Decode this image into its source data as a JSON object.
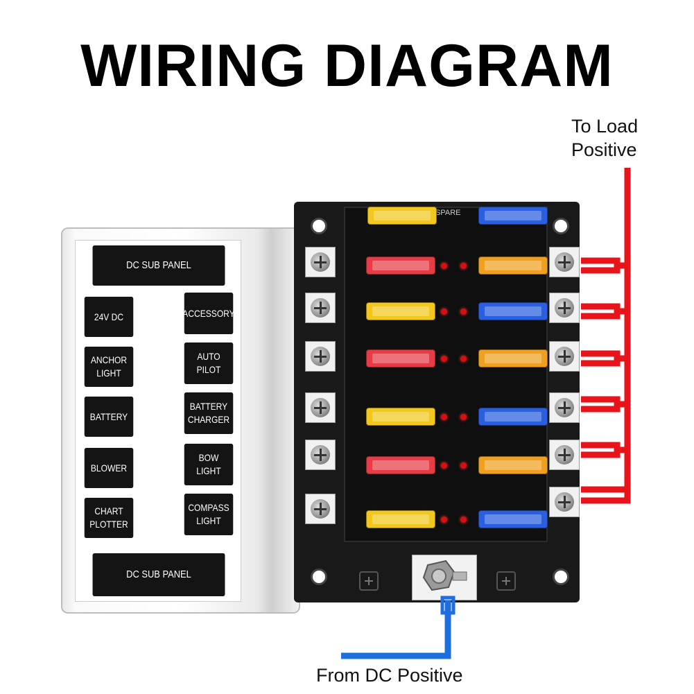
{
  "title": "WIRING DIAGRAM",
  "labels": {
    "to_load_line1": "To Load",
    "to_load_line2": "Positive",
    "from_dc": "From DC Positive"
  },
  "panel": {
    "header": "DC SUB PANEL",
    "footer": "DC SUB PANEL",
    "buttons_left": [
      "24V DC",
      "ANCHOR\nLIGHT",
      "BATTERY",
      "BLOWER",
      "CHART\nPLOTTER"
    ],
    "buttons_right": [
      "ACCESSORY",
      "AUTO\nPILOT",
      "BATTERY\nCHARGER",
      "BOW\nLIGHT",
      "COMPASS\nLIGHT"
    ]
  },
  "fuse_block": {
    "spare_label": "SPARE",
    "spare_fuses": [
      "yellow",
      "blue"
    ],
    "left_fuses": [
      "red",
      "yellow",
      "red",
      "yellow",
      "red",
      "yellow"
    ],
    "right_fuses": [
      "orange",
      "blue",
      "orange",
      "blue",
      "orange",
      "blue"
    ]
  },
  "colors": {
    "red_wire": "#e8141c",
    "blue_wire": "#1e6ee0",
    "yellow_fuse": "#f2c81e",
    "red_fuse": "#e63c46",
    "blue_fuse": "#2a5fe0",
    "orange_fuse": "#f0a020"
  }
}
